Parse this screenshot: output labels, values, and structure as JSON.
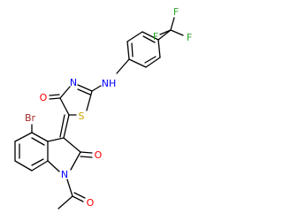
{
  "molecule": {
    "atom_labels": {
      "F_top": "F",
      "F_right": "F",
      "F_left": "F",
      "N_thiazole": "N",
      "NH": "NH",
      "O_thiazole": "O",
      "S": "S",
      "Br": "Br",
      "O_lactam": "O",
      "N_indole": "N",
      "O_acetyl": "O"
    },
    "colors": {
      "bond": "#000000",
      "N": "#0000ff",
      "O": "#ff0000",
      "S": "#c9a400",
      "Br": "#a52a2a",
      "F": "#2aa52a"
    }
  }
}
